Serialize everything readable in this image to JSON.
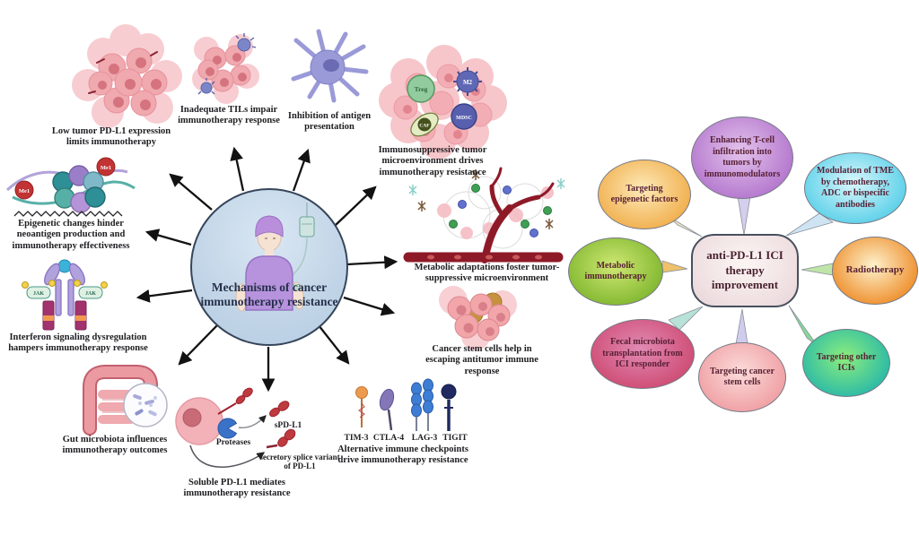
{
  "left_diagram": {
    "center_label": "Mechanisms of cancer immunotherapy resistance",
    "mechanisms": [
      {
        "id": "low-pd-l1",
        "label": "Low tumor PD-L1 expression limits immunotherapy"
      },
      {
        "id": "inadequate-tils",
        "label": "Inadequate TILs impair immunotherapy response"
      },
      {
        "id": "antigen-presentation",
        "label": "Inhibition of antigen presentation"
      },
      {
        "id": "immunosuppressive-tme",
        "label": "Immunosuppressive tumor microenvironment drives immunotherapy resistance"
      },
      {
        "id": "epigenetic-changes",
        "label": "Epigenetic changes hinder neoantigen production and immunotherapy effectiveness"
      },
      {
        "id": "interferon-signaling",
        "label": "Interferon signaling dysregulation hampers immunotherapy response"
      },
      {
        "id": "metabolic-adaptations",
        "label": "Metabolic adaptations foster tumor-suppressive microenvironment"
      },
      {
        "id": "cancer-stem-cells",
        "label": "Cancer stem cells help in escaping antitumor immune response"
      },
      {
        "id": "gut-microbiota",
        "label": "Gut microbiota influences immunotherapy outcomes"
      },
      {
        "id": "soluble-pd-l1",
        "label": "Soluble PD-L1 mediates immunotherapy resistance"
      },
      {
        "id": "alternative-checkpoints",
        "label": "Alternative immune checkpoints drive immunotherapy resistance"
      }
    ],
    "annotations": {
      "treg": "Treg",
      "m2": "M2",
      "caf": "CAF",
      "mdsc": "MDSC",
      "me1": "Me1",
      "jak": "JAK",
      "proteases": "Proteases",
      "spdl1": "sPD-L1",
      "splice_variant": "secretory splice variant of PD-L1",
      "checkpoints": [
        "TIM-3",
        "CTLA-4",
        "LAG-3",
        "TIGIT"
      ]
    }
  },
  "right_diagram": {
    "center_label": "anti-PD-L1 ICI therapy improvement",
    "center_bg": "#f3e7e7",
    "strategies": [
      {
        "label": "Enhancing T-cell infiltration into tumors by immunomodulators",
        "color_inner": "#e3c3ec",
        "color_outer": "#b274cc"
      },
      {
        "label": "Modulation of TME by chemotherapy, ADC or bispecific antibodies",
        "color_inner": "#d9f7fc",
        "color_outer": "#57cfe8"
      },
      {
        "label": "Radiotherapy",
        "color_inner": "#fdf2cc",
        "color_outer": "#ee8c28"
      },
      {
        "label": "Targeting other ICIs",
        "color_inner": "#8cee7c",
        "color_outer": "#28b8a8"
      },
      {
        "label": "Targeting cancer stem cells",
        "color_inner": "#fbdcda",
        "color_outer": "#ef9da2"
      },
      {
        "label": "Fecal microbiota transplantation from ICI responder",
        "color_inner": "#e18bb4",
        "color_outer": "#ce4a72"
      },
      {
        "label": "Metabolic immunotherapy",
        "color_inner": "#cfe873",
        "color_outer": "#7fb62e"
      },
      {
        "label": "Targeting epigenetic factors",
        "color_inner": "#fdeab8",
        "color_outer": "#f0ad4a"
      }
    ]
  }
}
